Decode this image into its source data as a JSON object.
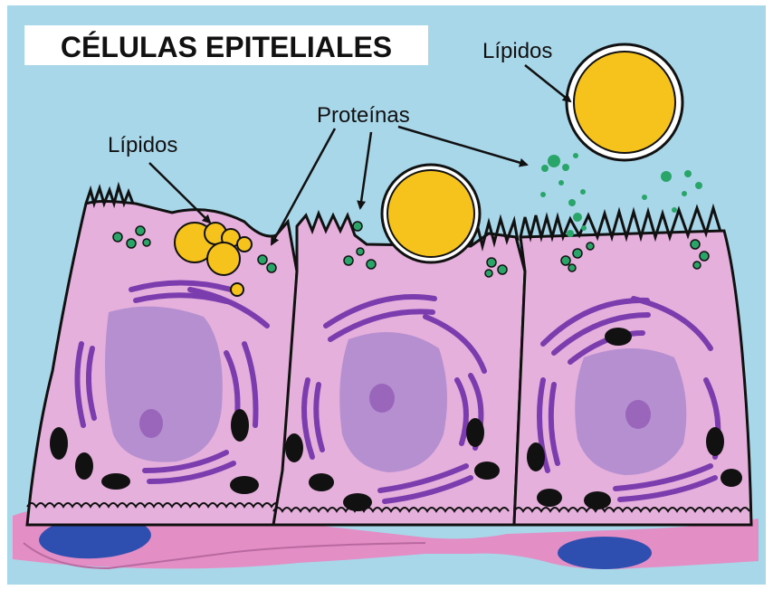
{
  "title": "CÉLULAS EPITELIALES",
  "labels": {
    "lipids_left": "Lípidos",
    "proteins": "Proteínas",
    "lipids_right": "Lípidos"
  },
  "colors": {
    "background": "#a9d7ea",
    "cytoplasm": "#e6b0dc",
    "nucleus": "#b58fd0",
    "nucleolus": "#9a66bb",
    "golgi": "#7b3cae",
    "mitochondria": "#111111",
    "lipid": "#f6c21c",
    "protein": "#2aa56a",
    "basal_layer": "#e38ec4",
    "basal_nucleus": "#2f4fb0",
    "outline": "#111111"
  },
  "cells": [
    {
      "name": "left-cell"
    },
    {
      "name": "middle-cell"
    },
    {
      "name": "right-cell"
    }
  ]
}
